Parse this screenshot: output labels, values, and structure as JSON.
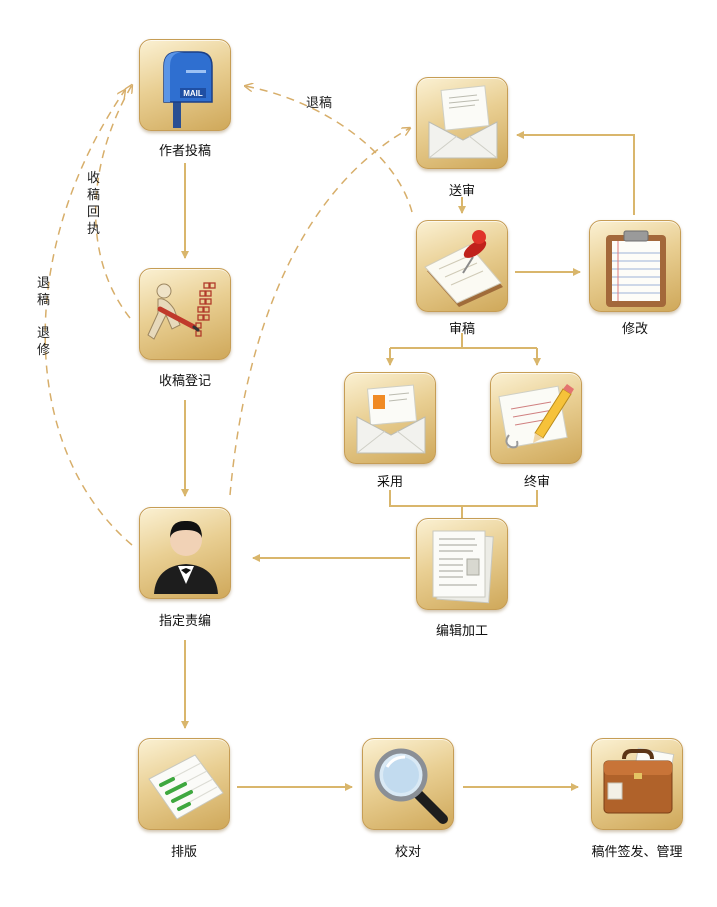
{
  "nodes": {
    "submit": "作者投稿",
    "register": "收稿登记",
    "assign_editor": "指定责编",
    "send_review": "送审",
    "review": "审稿",
    "revise": "修改",
    "accept": "采用",
    "final_review": "终审",
    "edit_process": "编辑加工",
    "typeset": "排版",
    "proofread": "校对",
    "sign_manage": "稿件签发、管理"
  },
  "annotations": {
    "return_top": "退稿",
    "receipt": "收稿回执",
    "return_revise": "退稿退修"
  },
  "icon_texts": {
    "mailbox": "MAIL"
  },
  "colors": {
    "arrow": "#d9b66c",
    "dashed_arrow": "#d7ae6a",
    "tile_light": "#fbf1d3",
    "tile_dark": "#cfa85a"
  }
}
